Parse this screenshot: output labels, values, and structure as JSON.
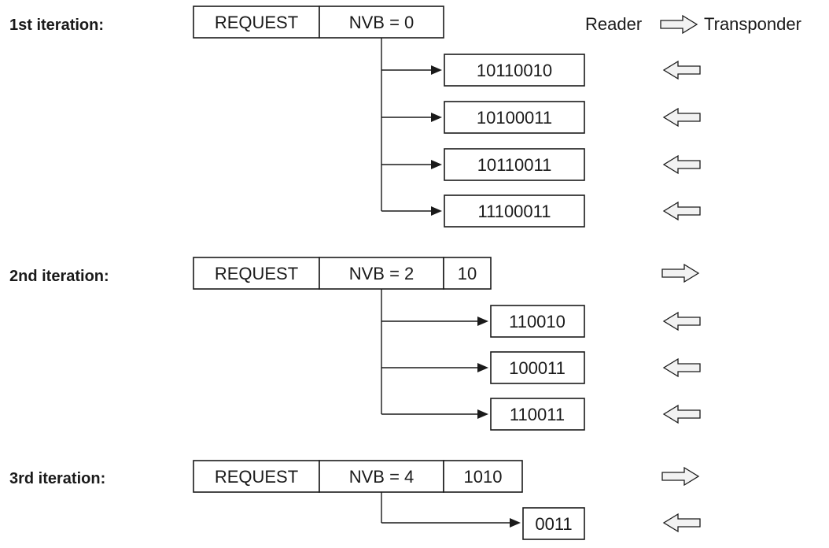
{
  "legend": {
    "reader": "Reader",
    "transponder": "Transponder",
    "arrow_icon": "hollow-right-arrow-icon"
  },
  "iterations": [
    {
      "label": "1st iteration:",
      "request": "REQUEST",
      "nvb": "NVB = 0",
      "sent_bits": "",
      "direction": "reader-to-transponder",
      "responses": [
        "10110010",
        "10100011",
        "10110011",
        "11100011"
      ]
    },
    {
      "label": "2nd iteration:",
      "request": "REQUEST",
      "nvb": "NVB = 2",
      "sent_bits": "10",
      "direction": "reader-to-transponder",
      "responses": [
        "110010",
        "100011",
        "110011"
      ]
    },
    {
      "label": "3rd iteration:",
      "request": "REQUEST",
      "nvb": "NVB = 4",
      "sent_bits": "1010",
      "direction": "reader-to-transponder",
      "responses": [
        "0011"
      ]
    }
  ],
  "response_direction": "transponder-to-reader"
}
